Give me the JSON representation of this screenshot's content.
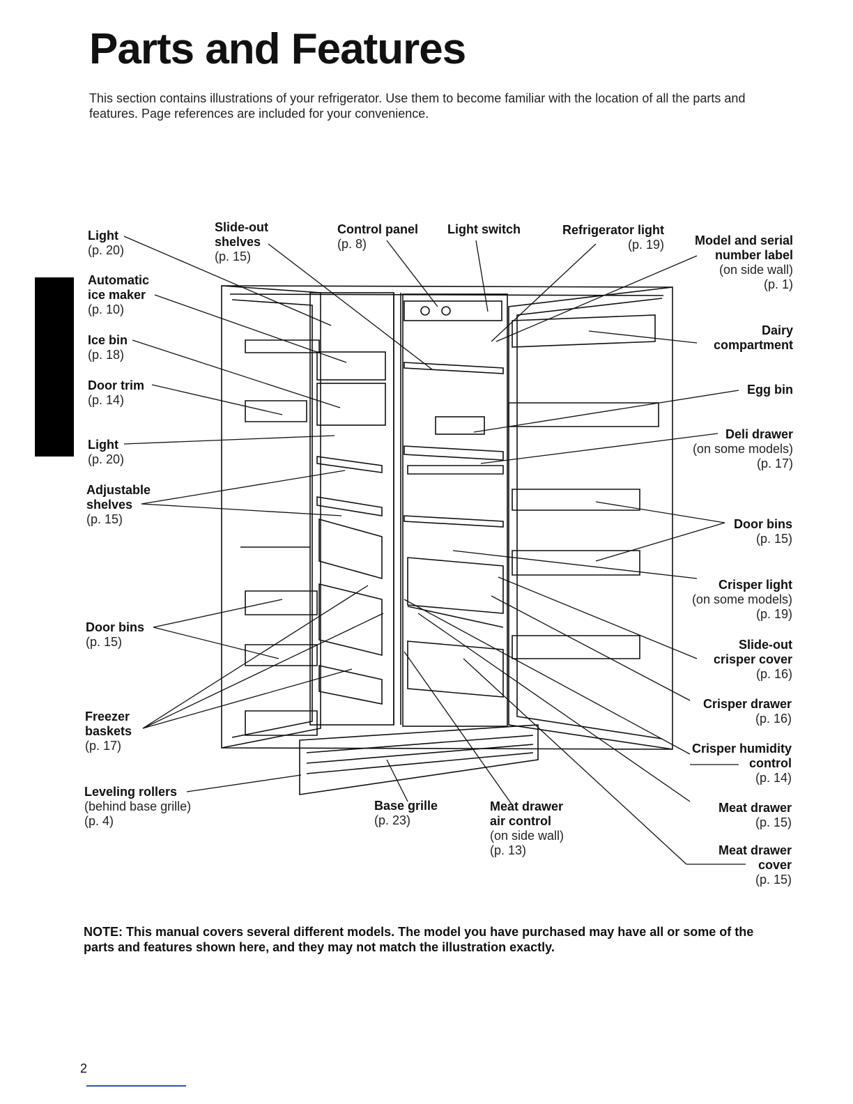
{
  "page": {
    "title": "Parts and Features",
    "intro": "This section contains illustrations of your refrigerator. Use them to become familiar with the location of all the parts and features. Page references are included for your convenience.",
    "note": "NOTE: This manual covers several different models. The model you have purchased may have all or some of the parts and features shown here, and they may not match the illustration exactly.",
    "page_number": "2"
  },
  "labels": {
    "light_top": {
      "name": "Light",
      "ref": "(p. 20)"
    },
    "slide_out_shelves": {
      "name1": "Slide-out",
      "name2": "shelves",
      "ref": "(p. 15)"
    },
    "control_panel": {
      "name": "Control panel",
      "ref": "(p. 8)"
    },
    "light_switch": {
      "name": "Light switch"
    },
    "refrigerator_light": {
      "name": "Refrigerator light",
      "ref": "(p. 19)"
    },
    "model_serial": {
      "name1": "Model and serial",
      "name2": "number label",
      "sub": "(on side wall)",
      "ref": "(p. 1)"
    },
    "automatic_ice_maker": {
      "name1": "Automatic",
      "name2": "ice maker",
      "ref": "(p. 10)"
    },
    "ice_bin": {
      "name": "Ice bin",
      "ref": "(p. 18)"
    },
    "door_trim": {
      "name": "Door trim",
      "ref": "(p. 14)"
    },
    "light_mid": {
      "name": "Light",
      "ref": "(p. 20)"
    },
    "adjustable_shelves": {
      "name1": "Adjustable",
      "name2": "shelves",
      "ref": "(p. 15)"
    },
    "door_bins_left": {
      "name": "Door bins",
      "ref": "(p. 15)"
    },
    "freezer_baskets": {
      "name1": "Freezer",
      "name2": "baskets",
      "ref": "(p. 17)"
    },
    "leveling_rollers": {
      "name": "Leveling rollers",
      "sub": "(behind base grille)",
      "ref": "(p. 4)"
    },
    "base_grille": {
      "name": "Base grille",
      "ref": "(p. 23)"
    },
    "meat_drawer_air": {
      "name1": "Meat drawer",
      "name2": "air control",
      "sub": "(on side wall)",
      "ref": "(p. 13)"
    },
    "dairy": {
      "name1": "Dairy",
      "name2": "compartment"
    },
    "egg_bin": {
      "name": "Egg bin"
    },
    "deli_drawer": {
      "name": "Deli drawer",
      "sub": "(on some models)",
      "ref": "(p. 17)"
    },
    "door_bins_right": {
      "name": "Door bins",
      "ref": "(p. 15)"
    },
    "crisper_light": {
      "name": "Crisper light",
      "sub": "(on some models)",
      "ref": "(p. 19)"
    },
    "slide_out_crisper_cover": {
      "name1": "Slide-out",
      "name2": "crisper cover",
      "ref": "(p. 16)"
    },
    "crisper_drawer": {
      "name": "Crisper drawer",
      "ref": "(p. 16)"
    },
    "crisper_humidity": {
      "name1": "Crisper humidity",
      "name2": "control",
      "ref": "(p. 14)"
    },
    "meat_drawer": {
      "name": "Meat drawer",
      "ref": "(p. 15)"
    },
    "meat_drawer_cover": {
      "name1": "Meat drawer",
      "name2": "cover",
      "ref": "(p. 15)"
    }
  }
}
